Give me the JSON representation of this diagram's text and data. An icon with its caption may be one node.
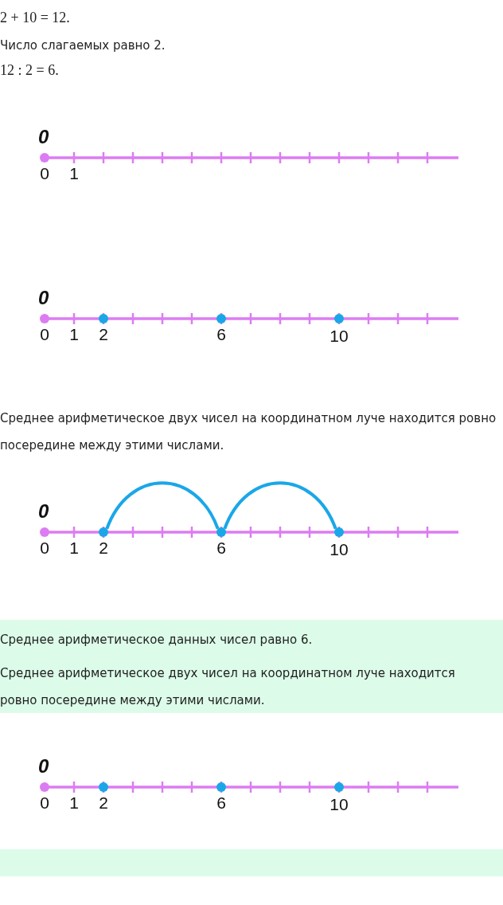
{
  "diagram": {
    "nodes": [
      {
        "text": [
          "Среднее арифметическое данных чисел равно 6.",
          "Среднее арифметическое двух чисел на координатном луче находится ровно посередине между этими числами."
        ]
      },
      {
        "text": [],
        "shape": "circle",
        "beside": [
          "2"
        ]
      },
      {
        "text": [],
        "shape": "circle",
        "beside": [
          "6"
        ]
      },
      {
        "text": [],
        "shape": "circle",
        "beside": [
          "10"
        ]
      },
      {
        "text": [],
        "shape": "bar"
      }
    ],
    "edges": [
      {
        "from": 1,
        "to": 2,
        "arrow": "none",
        "color": "#1aa7e8"
      },
      {
        "from": 2,
        "to": 3,
        "arrow": "none",
        "color": "#1aa7e8"
      }
    ],
    "labels": [
      "2 + 10 = 12.",
      "Число слагаемых равно 2.",
      "12 : 2 = 6.",
      "0",
      "0",
      "1",
      "0",
      "0",
      "1",
      "2",
      "6",
      "10",
      "Среднее арифметическое двух чисел на координатном луче находится ровно посередине между этими числами.",
      "0",
      "0",
      "1",
      "0",
      "0",
      "1",
      "2",
      "6",
      "10"
    ]
  }
}
